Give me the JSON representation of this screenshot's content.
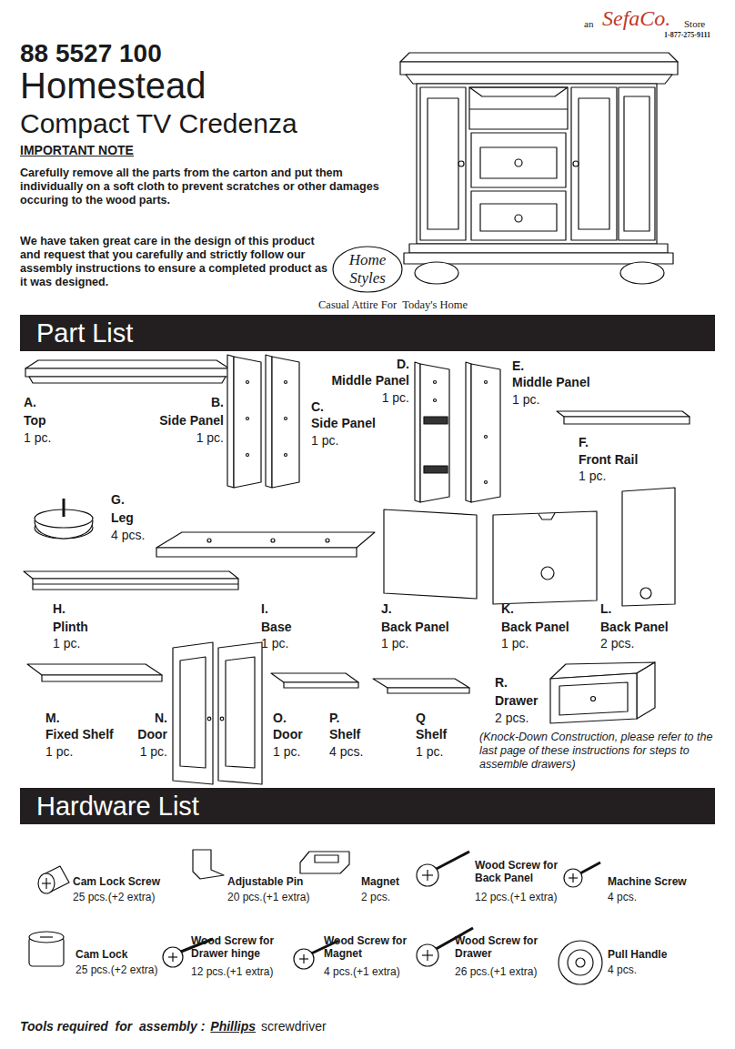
{
  "diagram": {
    "title": "Homestead",
    "nodes": [
      {
        "text": [
          "Part List"
        ]
      },
      {
        "text": [
          "Hardware List"
        ]
      }
    ],
    "labels": [
      "an",
      "SefaCo.",
      "Store",
      "1-877-275-9111",
      "88 5527 100",
      "Compact TV Credenza",
      "IMPORTANT NOTE",
      "Carefully remove all the parts from the carton and put them individually on a soft cloth to prevent scratches or other damages occuring to the wood parts.",
      "We have taken great care in the design of this product and request that you carefully and strictly follow our assembly instructions to ensure a completed product as it was designed.",
      "Home Styles",
      "Casual Attire For  Today's Home",
      "A.",
      "Top",
      "1 pc.",
      "B.",
      "Side Panel",
      "1 pc.",
      "C.",
      "Side Panel",
      "1 pc.",
      "D.",
      "Middle Panel",
      "1 pc.",
      "E.",
      "Middle Panel",
      "1 pc.",
      "F.",
      "Front Rail",
      "1 pc.",
      "G.",
      "Leg",
      "4 pcs.",
      "H.",
      "Plinth",
      "1 pc.",
      "I.",
      "Base",
      "1 pc.",
      "J.",
      "Back Panel",
      "1 pc.",
      "K.",
      "Back Panel",
      "1 pc.",
      "L.",
      "Back Panel",
      "2 pcs.",
      "M.",
      "Fixed Shelf",
      "1 pc.",
      "N.",
      "Door",
      "1 pc.",
      "O.",
      "Door",
      "1 pc.",
      "P.",
      "Shelf",
      "4 pcs.",
      "Q",
      "Shelf",
      "1 pc.",
      "R.",
      "Drawer",
      "2 pcs.",
      "(Knock-Down Construction, please refer to the last page of these instructions for steps to assemble drawers)",
      "Cam Lock Screw",
      "25 pcs.(+2 extra)",
      "Adjustable Pin",
      "20 pcs.(+1 extra)",
      "Magnet",
      "2 pcs.",
      "Wood Screw for Back Panel",
      "12 pcs.(+1 extra)",
      "Machine Screw",
      "4 pcs.",
      "Cam Lock",
      "25 pcs.(+2 extra)",
      "Wood Screw for Drawer hinge",
      "12 pcs.(+1 extra)",
      "Wood Screw for Magnet",
      "4 pcs.(+1 extra)",
      "Wood Screw for Drawer",
      "26 pcs.(+1 extra)",
      "Pull Handle",
      "4 pcs.",
      "Tools required  for  assembly :",
      "Phillips",
      "screwdriver"
    ]
  }
}
